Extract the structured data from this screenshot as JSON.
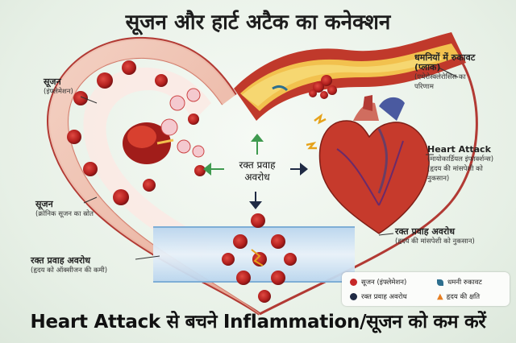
{
  "title": "सूजन और हार्ट अटैक का कनेक्शन",
  "footer": "Heart Attack से बचने Inflammation/सूजन को कम करें",
  "center_label": [
    "रक्त प्रवाह",
    "अवरोध"
  ],
  "labels": {
    "swelling_top": {
      "main": "सूजन",
      "sub": "(इंफ्लेमेशन)"
    },
    "swelling_mid": {
      "main": "सूजन",
      "sub": "(क्रोनिक सूजन का स्रोत"
    },
    "blockage_left": {
      "main": "रक्त प्रवाह अवरोध",
      "sub": "(हृदय को ऑक्सीजन की कमी)"
    },
    "artery_plaque": {
      "main": "धमनियों में रुकावट",
      "main2": "(प्लाक)",
      "sub": "(एथेरोस्क्लेरोसिस का",
      "sub2": "परिणाम"
    },
    "heart_attack": {
      "main": "Heart Attack",
      "sub": "(मायोकार्डियल इंफार्क्शन्स)",
      "sub2": "(हृदय की मांसपेशी को",
      "sub3": "नुकसान)"
    },
    "blockage_right": {
      "main": "रक्त प्रवाह अवरोध",
      "sub": "(हृदय की मांसपेशी को नुकसान)"
    }
  },
  "legend": [
    {
      "label": "सूजन (इंफ्लेमेशन)",
      "icon": "red-cell-dot",
      "color": "#c62828"
    },
    {
      "label": "धमनी रुकावट",
      "icon": "plaque-leaf",
      "color": "#2e6f8e"
    },
    {
      "label": "रक्त प्रवाह अवरोध",
      "icon": "navy-dot",
      "color": "#1f2a44"
    },
    {
      "label": "हृदय की क्षति",
      "icon": "flame",
      "color": "#e67e22"
    }
  ],
  "colors": {
    "heart_wall": "#f0c3b4",
    "blood": "#c62828",
    "vessel_blue": "#bcd7ee",
    "arrow_green": "#3f9a4f",
    "arrow_navy": "#1f2a44"
  }
}
